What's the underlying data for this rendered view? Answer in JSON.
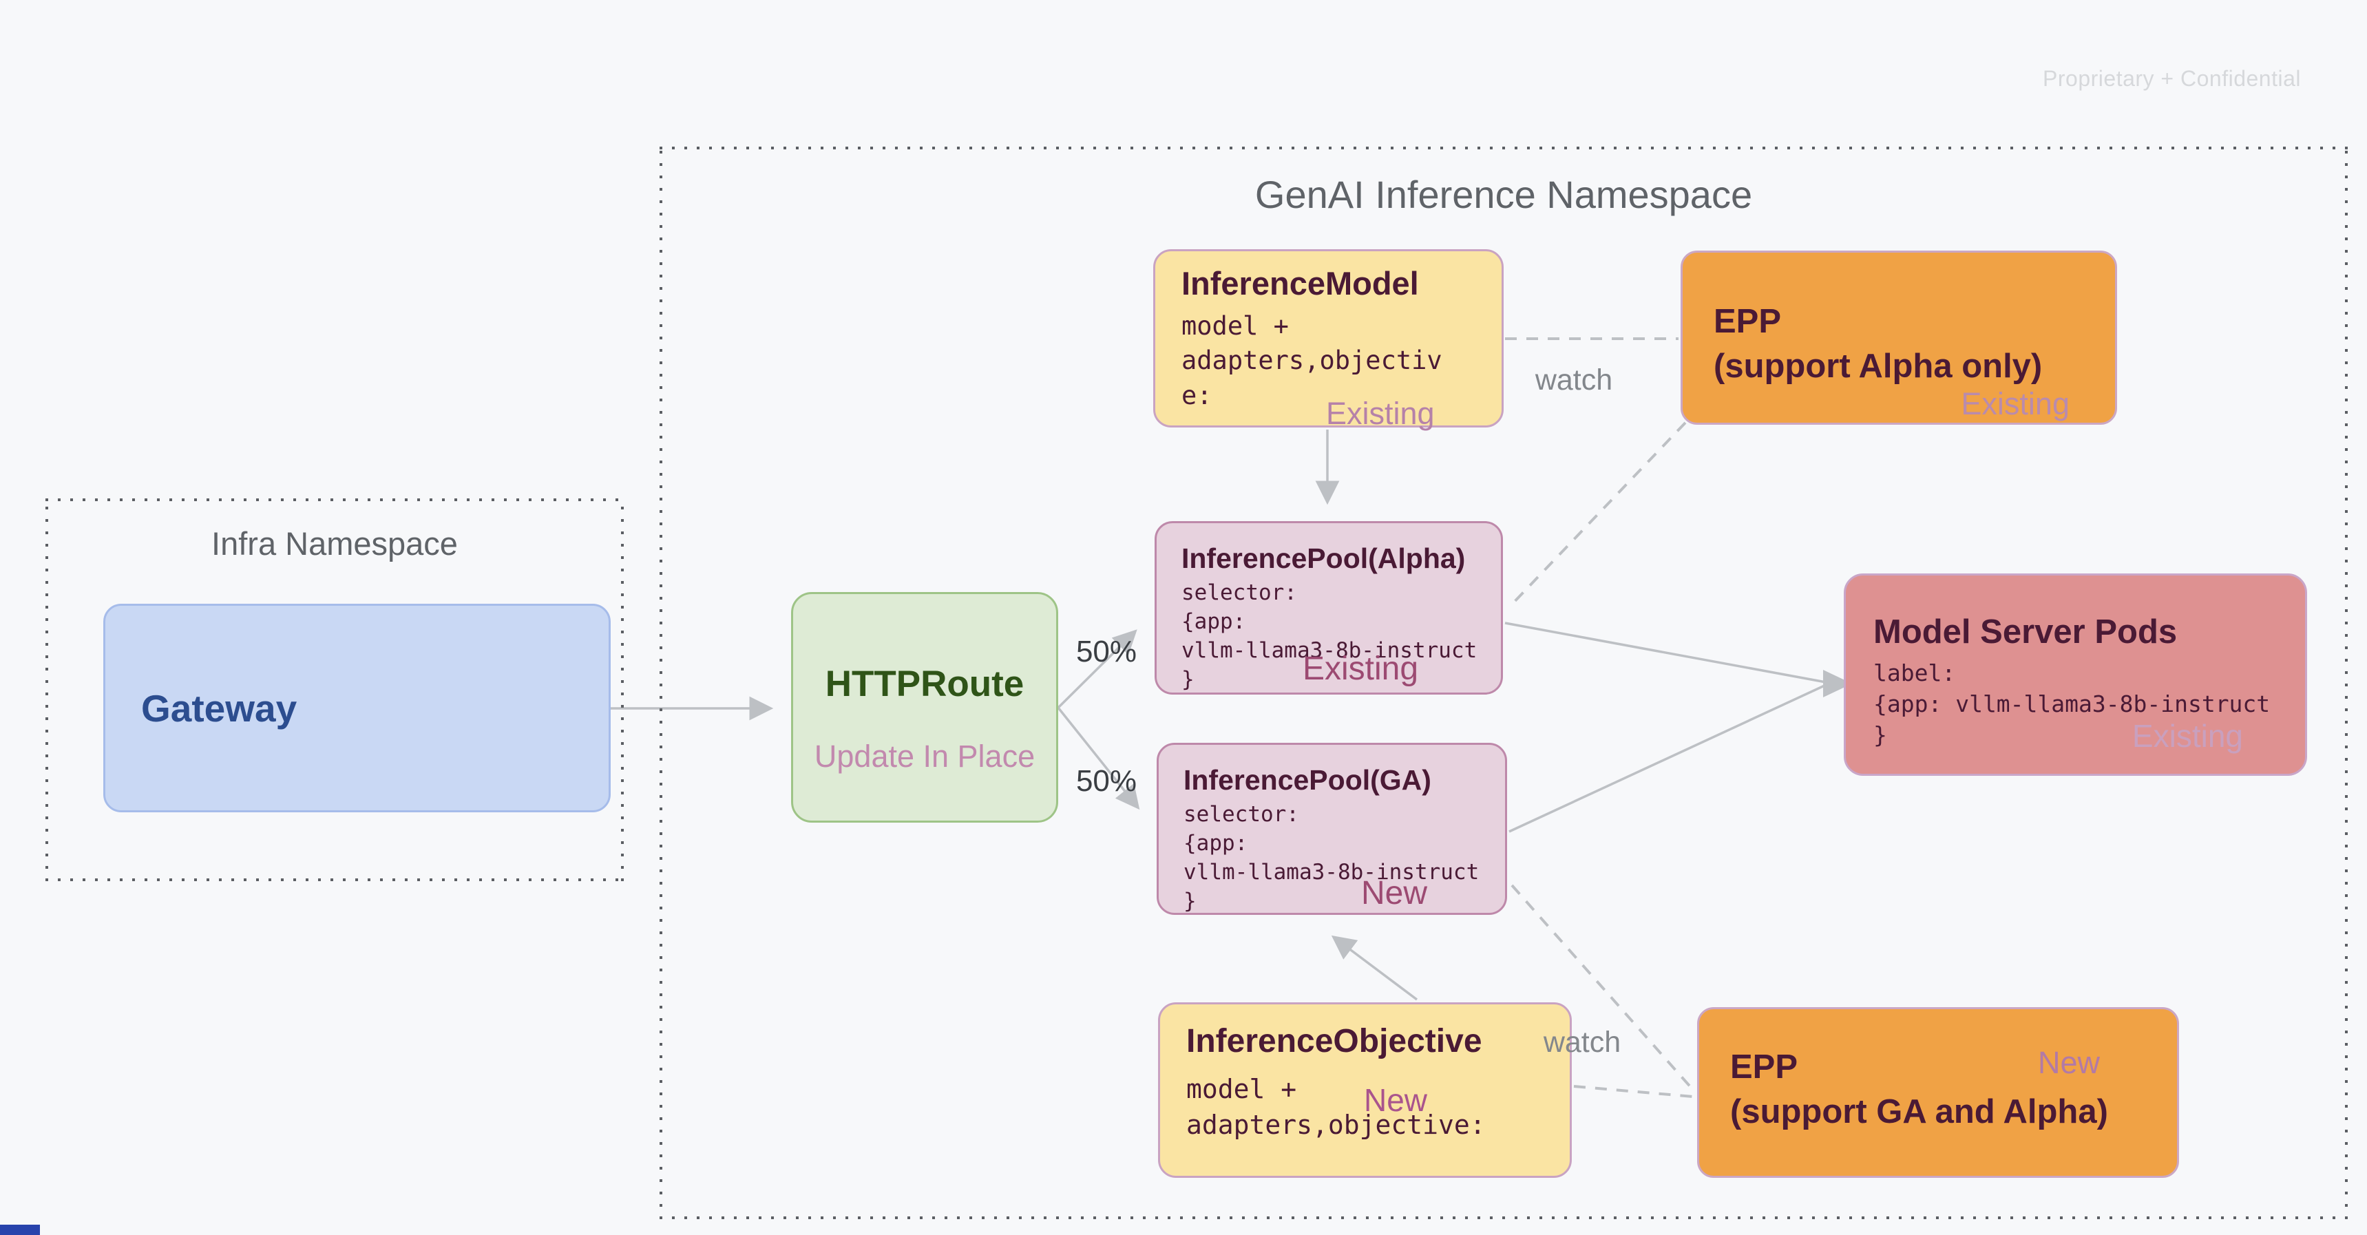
{
  "watermark": "Proprietary + Confidential",
  "namespaces": {
    "genai": {
      "title": "GenAI Inference Namespace"
    },
    "infra": {
      "title": "Infra Namespace"
    }
  },
  "nodes": {
    "gateway": {
      "title": "Gateway"
    },
    "httproute": {
      "title": "HTTPRoute",
      "status": "Update In Place"
    },
    "inference_model": {
      "title": "InferenceModel",
      "body": "model +\nadapters,objectiv\ne:",
      "badge": "Existing"
    },
    "epp_alpha": {
      "title": "EPP",
      "subtitle": "(support Alpha only)",
      "badge": "Existing"
    },
    "inference_pool_alpha": {
      "title": "InferencePool(Alpha)",
      "body": "selector:\n{app:\nvllm-llama3-8b-instruct\n}",
      "badge": "Existing"
    },
    "inference_pool_ga": {
      "title": "InferencePool(GA)",
      "body": "selector:\n{app:\nvllm-llama3-8b-instruct\n}",
      "badge": "New"
    },
    "model_server_pods": {
      "title": "Model Server Pods",
      "body": "label:\n{app: vllm-llama3-8b-instruct\n}",
      "badge": "Existing"
    },
    "inference_objective": {
      "title": "InferenceObjective",
      "body": "model +\nadapters,objective:",
      "badge": "New"
    },
    "epp_ga": {
      "title": "EPP",
      "subtitle": "(support GA and Alpha)",
      "badge": "New"
    }
  },
  "edge_labels": {
    "split_to_alpha": "50%",
    "split_to_ga": "50%",
    "watch_model_epp": "watch",
    "watch_objective_epp": "watch"
  },
  "colors": {
    "background": "#F7F8FA",
    "yellow_fill": "#FAE4A3",
    "orange_fill": "#F0A245",
    "pool_fill": "#E7D2DE",
    "rose_fill": "#DE9191",
    "green_fill": "#DEEBD5",
    "blue_fill": "#C9D8F4",
    "pink_border": "#C9A3C2",
    "dark_title_text": "#4A1A35",
    "green_title_text": "#2F5418",
    "blue_title_text": "#2C4D8F",
    "status_pink": "#C289AE",
    "badge_strong_pink": "#9C4A72",
    "namespace_gray": "#5F6368",
    "arrow_gray": "#BDC0C4"
  }
}
